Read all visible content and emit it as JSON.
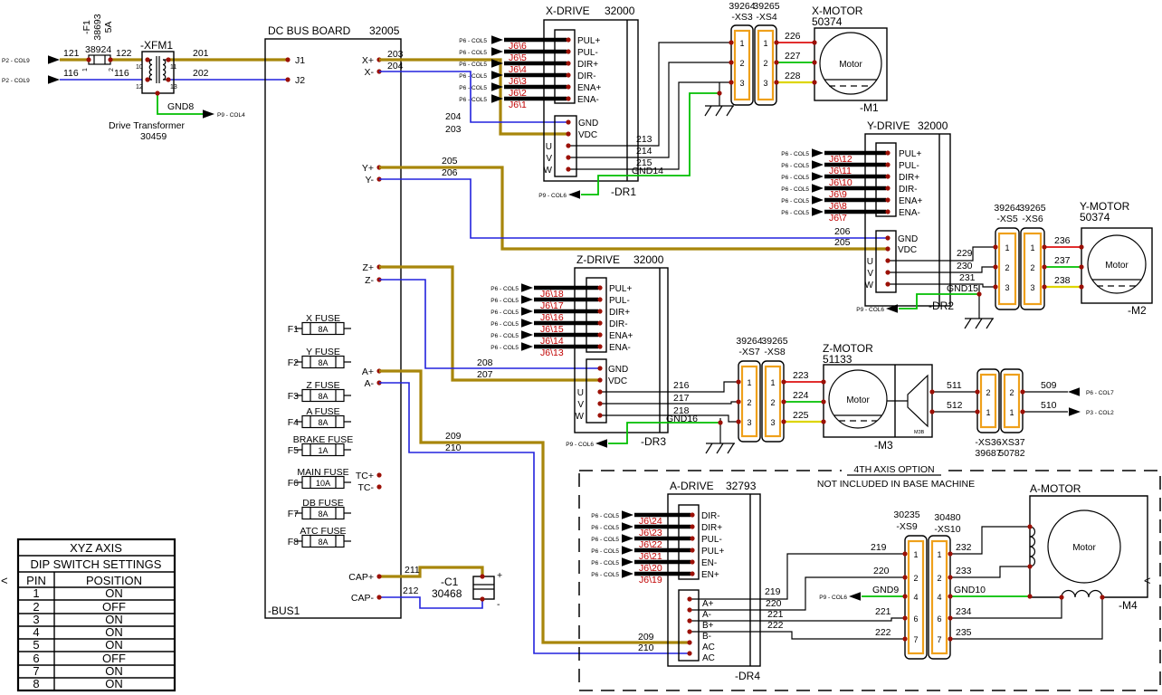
{
  "refs": {
    "p2_col9": "P2 - COL9",
    "p9_col4": "P9 - COL4",
    "p6_col5": "P6 - COL5",
    "p9_col6": "P9 - COL6",
    "p6_col7": "P6 - COL7",
    "p3_col2": "P3 - COL2"
  },
  "markers": {
    "left": "<",
    "right": "<"
  },
  "colors": {
    "dc_plus": "#a8860b",
    "dc_minus": "#2222dd",
    "ground": "#00bf00",
    "phase_u": "#dd1111",
    "phase_v": "#00bf00",
    "phase_w": "#ddd500",
    "connector": "#efa01b",
    "signal_label": "#c00000"
  },
  "transformer": {
    "fuse_ref": [
      "-F1",
      "38693",
      "5A"
    ],
    "fuse_part": "38924",
    "fuse_pin_1": "1",
    "fuse_pin_2": "2",
    "ref": "-XFM1",
    "pin_10": "10",
    "pin_11": "11",
    "pin_12": "12",
    "pin_13": "13",
    "name": "Drive Transformer",
    "part": "30459",
    "w121": "121",
    "w122": "122",
    "w116_a": "116",
    "w116_b": "116",
    "w201": "201",
    "w202": "202",
    "gnd8": "GND8"
  },
  "bus": {
    "title": "DC BUS BOARD",
    "part": "32005",
    "ref": "-BUS1",
    "j1": "J1",
    "j2": "J2",
    "t_xp": "X+",
    "t_xm": "X-",
    "t_yp": "Y+",
    "t_ym": "Y-",
    "t_zp": "Z+",
    "t_zm": "Z-",
    "t_ap": "A+",
    "t_am": "A-",
    "t_tcp": "TC+",
    "t_tcm": "TC-",
    "t_capp": "CAP+",
    "t_capm": "CAP-",
    "fuses": [
      {
        "ref": "F1",
        "name": "X FUSE",
        "rating": "8A"
      },
      {
        "ref": "F2",
        "name": "Y FUSE",
        "rating": "8A"
      },
      {
        "ref": "F3",
        "name": "Z FUSE",
        "rating": "8A"
      },
      {
        "ref": "F4",
        "name": "A FUSE",
        "rating": "8A"
      },
      {
        "ref": "F5",
        "name": "BRAKE FUSE",
        "rating": "1A"
      },
      {
        "ref": "F6",
        "name": "MAIN FUSE",
        "rating": "10A"
      },
      {
        "ref": "F7",
        "name": "DB FUSE",
        "rating": "8A"
      },
      {
        "ref": "F8",
        "name": "ATC FUSE",
        "rating": "8A"
      }
    ],
    "cap": {
      "ref": "-C1",
      "part": "30468",
      "plus": "+",
      "minus": "-"
    },
    "w211": "211",
    "w212": "212"
  },
  "x": {
    "title": "X-DRIVE",
    "part": "32000",
    "dr": "-DR1",
    "sig": [
      "PUL+",
      "PUL-",
      "DIR+",
      "DIR-",
      "ENA+",
      "ENA-"
    ],
    "j6": [
      "J6\\6",
      "J6\\5",
      "J6\\4",
      "J6\\3",
      "J6\\2",
      "J6\\1"
    ],
    "gnd_pin": "GND",
    "vdc_pin": "VDC",
    "u": "U",
    "v": "V",
    "w": "W",
    "w_pin": [
      "203",
      "204"
    ],
    "w_mid": [
      "204",
      "203"
    ],
    "w_uvw": [
      "213",
      "214",
      "215"
    ],
    "gnd_wire": "GND14",
    "xs_l_part": "39264",
    "xs_l_ref": "-XS3",
    "xs_r_part": "39265",
    "xs_r_ref": "-XS4",
    "pins3": [
      "1",
      "2",
      "3"
    ],
    "w_motor": [
      "226",
      "227",
      "228"
    ],
    "motor_title": "X-MOTOR",
    "motor_part": "50374",
    "motor_label": "Motor",
    "motor_ref": "-M1"
  },
  "y": {
    "title": "Y-DRIVE",
    "part": "32000",
    "dr": "-DR2",
    "sig": [
      "PUL+",
      "PUL-",
      "DIR+",
      "DIR-",
      "ENA+",
      "ENA-"
    ],
    "j6": [
      "J6\\12",
      "J6\\11",
      "J6\\10",
      "J6\\9",
      "J6\\8",
      "J6\\7"
    ],
    "gnd_pin": "GND",
    "vdc_pin": "VDC",
    "u": "U",
    "v": "V",
    "w": "W",
    "w_pin": [
      "205",
      "206"
    ],
    "w_mid": [
      "206",
      "205"
    ],
    "w_uvw": [
      "229",
      "230",
      "231"
    ],
    "gnd_wire": "GND15",
    "xs_l_part": "39264",
    "xs_l_ref": "-XS5",
    "xs_r_part": "39265",
    "xs_r_ref": "-XS6",
    "pins3": [
      "1",
      "2",
      "3"
    ],
    "w_motor": [
      "236",
      "237",
      "238"
    ],
    "motor_title": "Y-MOTOR",
    "motor_part": "50374",
    "motor_label": "Motor",
    "motor_ref": "-M2"
  },
  "z": {
    "title": "Z-DRIVE",
    "part": "32000",
    "dr": "-DR3",
    "sig": [
      "PUL+",
      "PUL-",
      "DIR+",
      "DIR-",
      "ENA+",
      "ENA-"
    ],
    "j6": [
      "J6\\18",
      "J6\\17",
      "J6\\16",
      "J6\\15",
      "J6\\14",
      "J6\\13"
    ],
    "gnd_pin": "GND",
    "vdc_pin": "VDC",
    "u": "U",
    "v": "V",
    "w": "W",
    "w_in": [
      "208",
      "207"
    ],
    "w_uvw": [
      "216",
      "217",
      "218"
    ],
    "gnd_wire": "GND16",
    "xs_l_part": "39264",
    "xs_l_ref": "-XS7",
    "xs_r_part": "39265",
    "xs_r_ref": "-XS8",
    "pins3": [
      "1",
      "2",
      "3"
    ],
    "w_motor": [
      "223",
      "224",
      "225"
    ],
    "motor_title": "Z-MOTOR",
    "motor_part": "51133",
    "motor_label": "Motor",
    "motor_ref": "-M3",
    "brake_label": "M3B",
    "brake": {
      "w_in": [
        "511",
        "512"
      ],
      "xs_l_ref": "-XS36",
      "xs_l_part": "39687",
      "xs_r_ref": "-XS37",
      "xs_r_part": "50782",
      "pins": [
        "2",
        "1"
      ],
      "w_out": [
        "509",
        "510"
      ]
    }
  },
  "a": {
    "opt1": "4TH AXIS OPTION",
    "opt2": "NOT INCLUDED IN BASE MACHINE",
    "title": "A-DRIVE",
    "part": "32793",
    "dr": "-DR4",
    "sig": [
      "DIR-",
      "DIR+",
      "PUL-",
      "PUL+",
      "EN-",
      "EN+"
    ],
    "j6": [
      "J6\\24",
      "J6\\23",
      "J6\\22",
      "J6\\21",
      "J6\\20",
      "J6\\19"
    ],
    "pwr": [
      "A+",
      "A-",
      "B+",
      "B-",
      "AC",
      "AC"
    ],
    "w_board": [
      "209",
      "210"
    ],
    "w_drive": [
      "209",
      "210"
    ],
    "w_left": [
      "219",
      "220",
      "221",
      "222"
    ],
    "w_right": [
      "219",
      "220",
      "221",
      "222"
    ],
    "gnd9": "GND9",
    "gnd10": "GND10",
    "xs_l_part": "30235",
    "xs_l_ref": "-XS9",
    "xs_r_part": "30480",
    "xs_r_ref": "-XS10",
    "pins5": [
      "1",
      "2",
      "4",
      "6",
      "7"
    ],
    "w_motor": [
      "232",
      "233",
      "234",
      "235"
    ],
    "motor_title": "A-MOTOR",
    "motor_label": "Motor",
    "motor_ref": "-M4"
  },
  "dip": {
    "title1": "XYZ AXIS",
    "title2": "DIP SWITCH SETTINGS",
    "col1": "PIN",
    "col2": "POSITION",
    "rows": [
      [
        "1",
        "ON"
      ],
      [
        "2",
        "OFF"
      ],
      [
        "3",
        "ON"
      ],
      [
        "4",
        "ON"
      ],
      [
        "5",
        "ON"
      ],
      [
        "6",
        "OFF"
      ],
      [
        "7",
        "ON"
      ],
      [
        "8",
        "ON"
      ]
    ]
  }
}
